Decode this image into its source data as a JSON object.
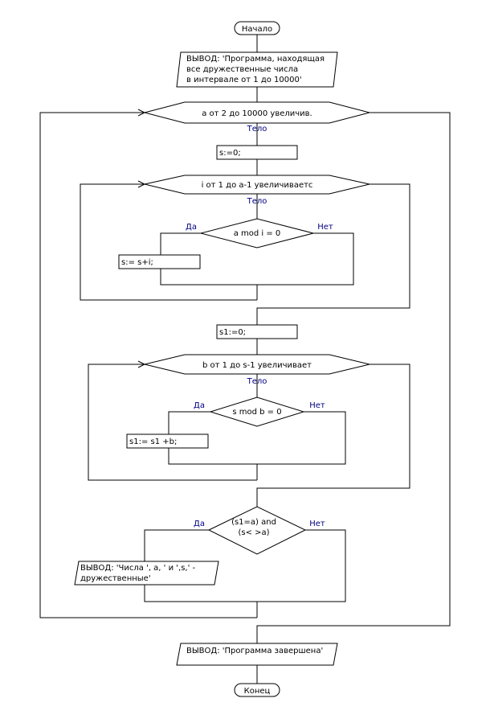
{
  "start_label": "Начало",
  "end_label": "Конец",
  "output_1": [
    "ВЫВОД:  'Программа, находящая",
    "все дружественные числа",
    "в интервале от 1 до 10000'"
  ],
  "loop_a": "a  от  2  до  10000 увеличив.",
  "body_label": "Тело",
  "assign_s": "s:=0;",
  "loop_i": "i  от  1  до  a-1  увеличиваетс",
  "cond_1": "a mod i = 0",
  "yes_label": "Да",
  "no_label": "Нет",
  "assign_s_add": "s:= s+i;",
  "assign_s1": "s1:=0;",
  "loop_b": "b  от  1  до  s-1  увеличивает",
  "cond_2": "s mod b = 0",
  "assign_s1_add": "s1:= s1 +b;",
  "cond_3": [
    "(s1=a) and",
    "(s< >a)"
  ],
  "output_2": [
    "ВЫВОД:  'Числа ', a, ' и ',s,' -",
    "дружественные'"
  ],
  "output_3": "ВЫВОД:  'Программа завершена'"
}
